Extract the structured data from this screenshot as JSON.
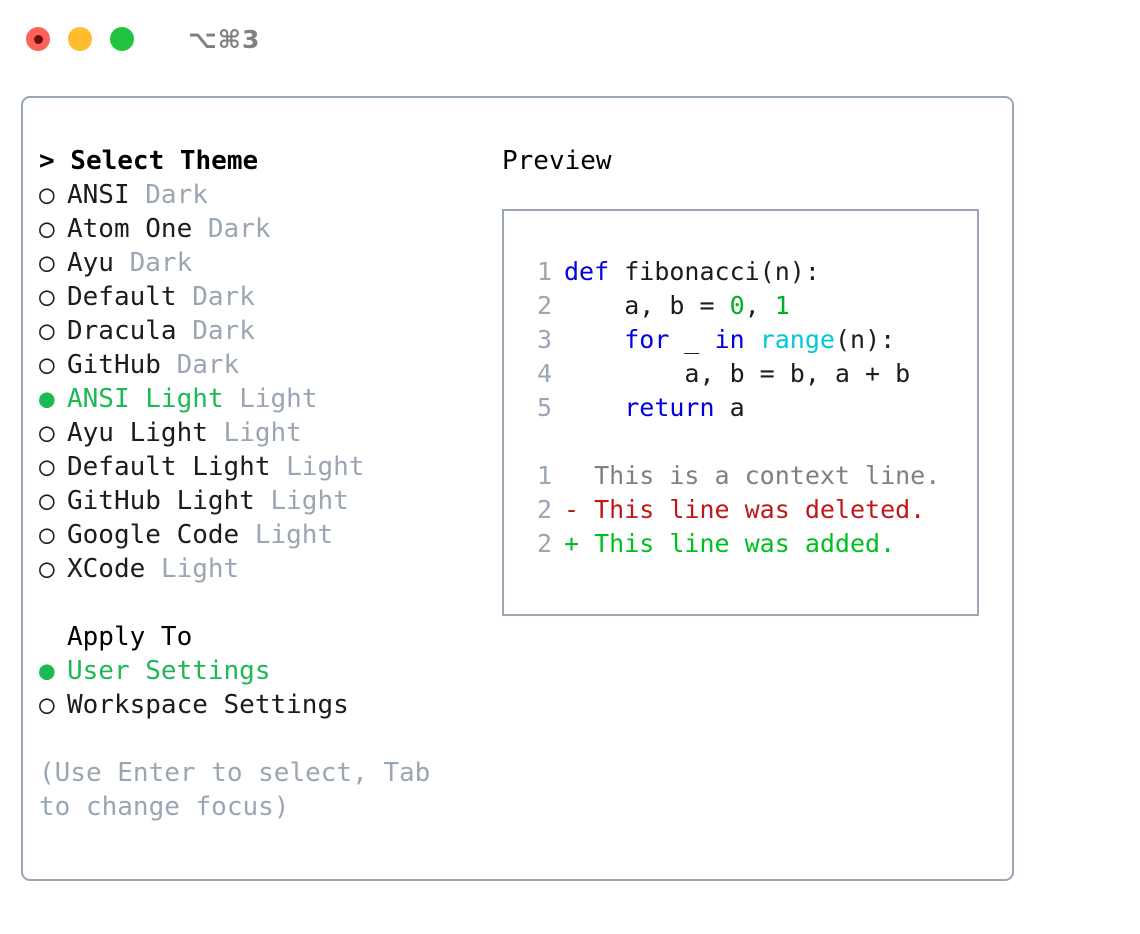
{
  "titlebar": {
    "shortcut": "⌥⌘3",
    "lights": [
      {
        "name": "close-button",
        "color": "#fd6259"
      },
      {
        "name": "minimize-button",
        "color": "#febc2e"
      },
      {
        "name": "maximize-button",
        "color": "#22c33f"
      }
    ]
  },
  "theme_panel": {
    "header": "> Select Theme",
    "prompt_glyph": ">",
    "selected_glyph": "●",
    "unselected_glyph": "○",
    "accent_color": "#1db954",
    "muted_color": "#9aa6b4",
    "themes": [
      {
        "name": "ANSI",
        "variant": "Dark",
        "selected": false
      },
      {
        "name": "Atom One",
        "variant": "Dark",
        "selected": false
      },
      {
        "name": "Ayu",
        "variant": "Dark",
        "selected": false
      },
      {
        "name": "Default",
        "variant": "Dark",
        "selected": false
      },
      {
        "name": "Dracula",
        "variant": "Dark",
        "selected": false
      },
      {
        "name": "GitHub",
        "variant": "Dark",
        "selected": false
      },
      {
        "name": "ANSI Light",
        "variant": "Light",
        "selected": true
      },
      {
        "name": "Ayu Light",
        "variant": "Light",
        "selected": false
      },
      {
        "name": "Default Light",
        "variant": "Light",
        "selected": false
      },
      {
        "name": "GitHub Light",
        "variant": "Light",
        "selected": false
      },
      {
        "name": "Google Code",
        "variant": "Light",
        "selected": false
      },
      {
        "name": "XCode",
        "variant": "Light",
        "selected": false
      }
    ],
    "apply_to": {
      "header": "Apply To",
      "options": [
        {
          "label": "User Settings",
          "selected": true
        },
        {
          "label": "Workspace Settings",
          "selected": false
        }
      ]
    },
    "hint": "(Use Enter to select, Tab to change focus)"
  },
  "preview": {
    "header": "Preview",
    "code": [
      {
        "lineno": "1",
        "tokens": [
          {
            "t": "def ",
            "c": "kw"
          },
          {
            "t": "fibonacci(n):",
            "c": "plain"
          }
        ]
      },
      {
        "lineno": "2",
        "tokens": [
          {
            "t": "    a, b = ",
            "c": "plain"
          },
          {
            "t": "0",
            "c": "num"
          },
          {
            "t": ", ",
            "c": "plain"
          },
          {
            "t": "1",
            "c": "num"
          }
        ]
      },
      {
        "lineno": "3",
        "tokens": [
          {
            "t": "    ",
            "c": "plain"
          },
          {
            "t": "for",
            "c": "kw"
          },
          {
            "t": " _ ",
            "c": "plain"
          },
          {
            "t": "in",
            "c": "kw"
          },
          {
            "t": " ",
            "c": "plain"
          },
          {
            "t": "range",
            "c": "fn"
          },
          {
            "t": "(n):",
            "c": "plain"
          }
        ]
      },
      {
        "lineno": "4",
        "tokens": [
          {
            "t": "        a, b = b, a + b",
            "c": "plain"
          }
        ]
      },
      {
        "lineno": "5",
        "tokens": [
          {
            "t": "    ",
            "c": "plain"
          },
          {
            "t": "return",
            "c": "kw"
          },
          {
            "t": " a",
            "c": "plain"
          }
        ]
      }
    ],
    "diff": [
      {
        "lineno": "1",
        "marker": " ",
        "text": "  This is a context line.",
        "kind": "ctx"
      },
      {
        "lineno": "2",
        "marker": "-",
        "text": "- This line was deleted.",
        "kind": "del"
      },
      {
        "lineno": "2",
        "marker": "+",
        "text": "+ This line was added.",
        "kind": "add"
      }
    ]
  }
}
